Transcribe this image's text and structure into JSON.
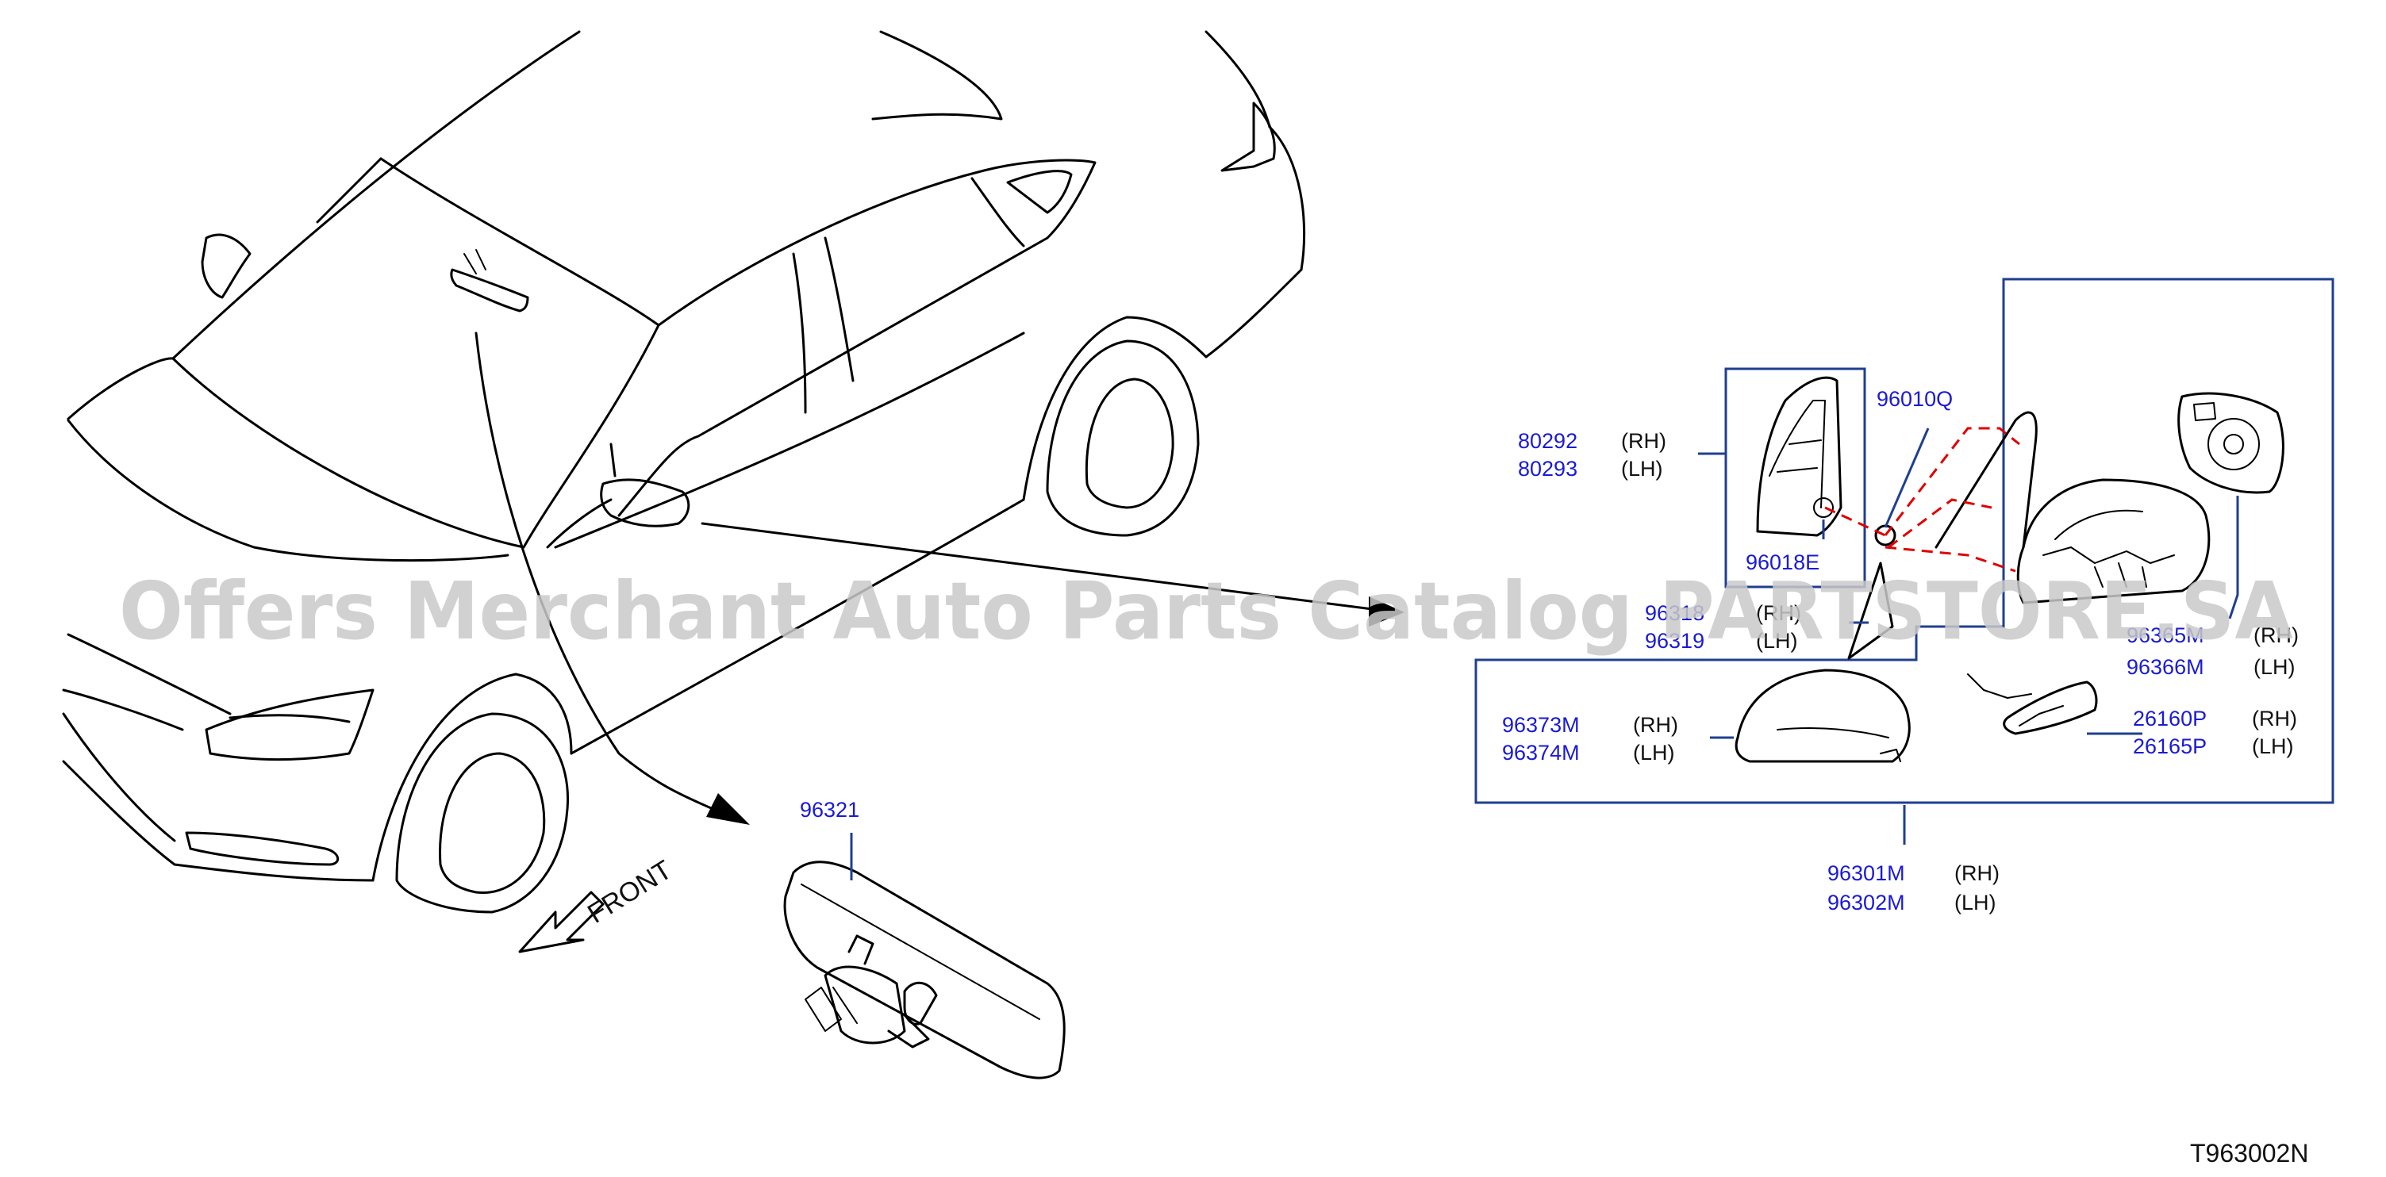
{
  "parts": {
    "p80292": "80292",
    "p80293": "80293",
    "p96018E": "96018E",
    "p96010Q": "96010Q",
    "p96318": "96318",
    "p96319": "96319",
    "p96365M": "96365M",
    "p96366M": "96366M",
    "p96373M": "96373M",
    "p96374M": "96374M",
    "p26160P": "26160P",
    "p26165P": "26165P",
    "p96301M": "96301M",
    "p96302M": "96302M",
    "p96321": "96321"
  },
  "sides": {
    "rh": "(RH)",
    "lh": "(LH)"
  },
  "front_label": "FRONT",
  "watermark": "Offers Merchant Auto Parts Catalog PARTSTORE.SA",
  "diagram_ref": "T963002N",
  "colors": {
    "part_number": "#1a1ad6",
    "leader": "#1f3f8f",
    "dashed_guide": "#e00000",
    "watermark": "#c9c9c9"
  }
}
